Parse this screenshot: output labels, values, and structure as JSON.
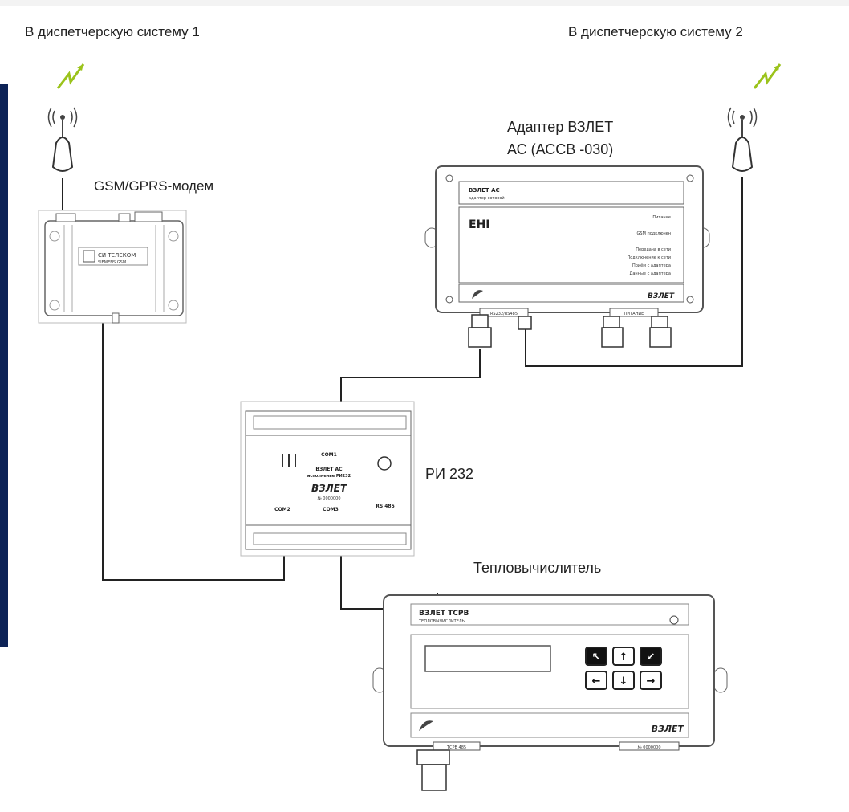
{
  "labels": {
    "dispatch1": "В диспетчерскую систему 1",
    "dispatch2": "В диспетчерскую систему 2",
    "modem": "GSM/GPRS-модем",
    "adapter_line1": "Адаптер ВЗЛЕТ",
    "adapter_line2": "АС (АССВ -030)",
    "ri": "РИ 232",
    "calculator": "Тепловычислитель"
  },
  "modem": {
    "brand": "СИ ТЕЛЕКОМ",
    "subtitle": "SIEMENS GSM"
  },
  "adapter": {
    "title": "ВЗЛЕТ АС",
    "subtitle": "адаптер сотовой",
    "led_labels": [
      "Питание",
      "GSM подключен",
      "Передача в сети",
      "Подключение к сети",
      "Приём с адаптера",
      "Данные с адаптера"
    ],
    "logo": "ВЗЛЕТ",
    "port_left": "RS232/RS485",
    "port_right": "ПИТАНИЕ"
  },
  "ri232": {
    "com1": "COM1",
    "title": "ВЗЛЕТ АС",
    "subtitle": "исполнение РИ232",
    "logo": "ВЗЛЕТ",
    "serial": "№ 0000000",
    "com2": "COM2",
    "com3": "COM3",
    "rs485": "RS 485"
  },
  "calculator": {
    "title": "ВЗЛЕТ ТСРВ",
    "subtitle": "ТЕПЛОВЫЧИСЛИТЕЛЬ",
    "logo": "ВЗЛЕТ",
    "port_label": "ТСРВ 485",
    "serial": "№ 0000000",
    "keys": [
      "↖",
      "↑",
      "↙",
      "←",
      "↓",
      "→"
    ]
  },
  "colors": {
    "left_bar": "#0d2357",
    "line": "#222222",
    "device_fill": "#ffffff",
    "device_stroke": "#555555"
  }
}
